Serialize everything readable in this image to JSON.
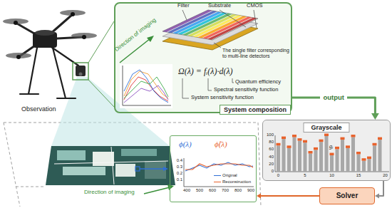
{
  "diagram": {
    "nodes": [
      {
        "text": [
          "System composition"
        ]
      },
      {
        "text": [
          "Grayscale"
        ]
      },
      {
        "text": [
          "Solver"
        ]
      },
      {
        "text": [
          "ϕ(λ)",
          "ϕ̂(λ)"
        ]
      }
    ],
    "edges": [
      {
        "from": 0,
        "to": 1,
        "label": "output",
        "arrow": "to"
      },
      {
        "from": 1,
        "to": 2,
        "arrow": "to"
      },
      {
        "from": 2,
        "to": 3,
        "arrow": "to"
      }
    ],
    "labels": [
      "Observation",
      "Direction of imaging",
      "Filter",
      "Substrate",
      "CMOS",
      "The single filter corresponding to multi-line detectors",
      "Ω(λ) = fᵢ(λ)·d(λ)",
      "Quantum efficiency",
      "Spectral sensitivity function",
      "System sensitivity function",
      "Direction of imaging",
      "100",
      "80",
      "60",
      "40",
      "20",
      "0",
      "0",
      "5",
      "10",
      "15",
      "20",
      "gᵢ",
      "0.4",
      "0.3",
      "0.2",
      "0.1",
      "400",
      "500",
      "600",
      "700",
      "800",
      "900"
    ],
    "legend": [
      {
        "text": "Original"
      },
      {
        "text": "Reconstruction"
      }
    ]
  }
}
